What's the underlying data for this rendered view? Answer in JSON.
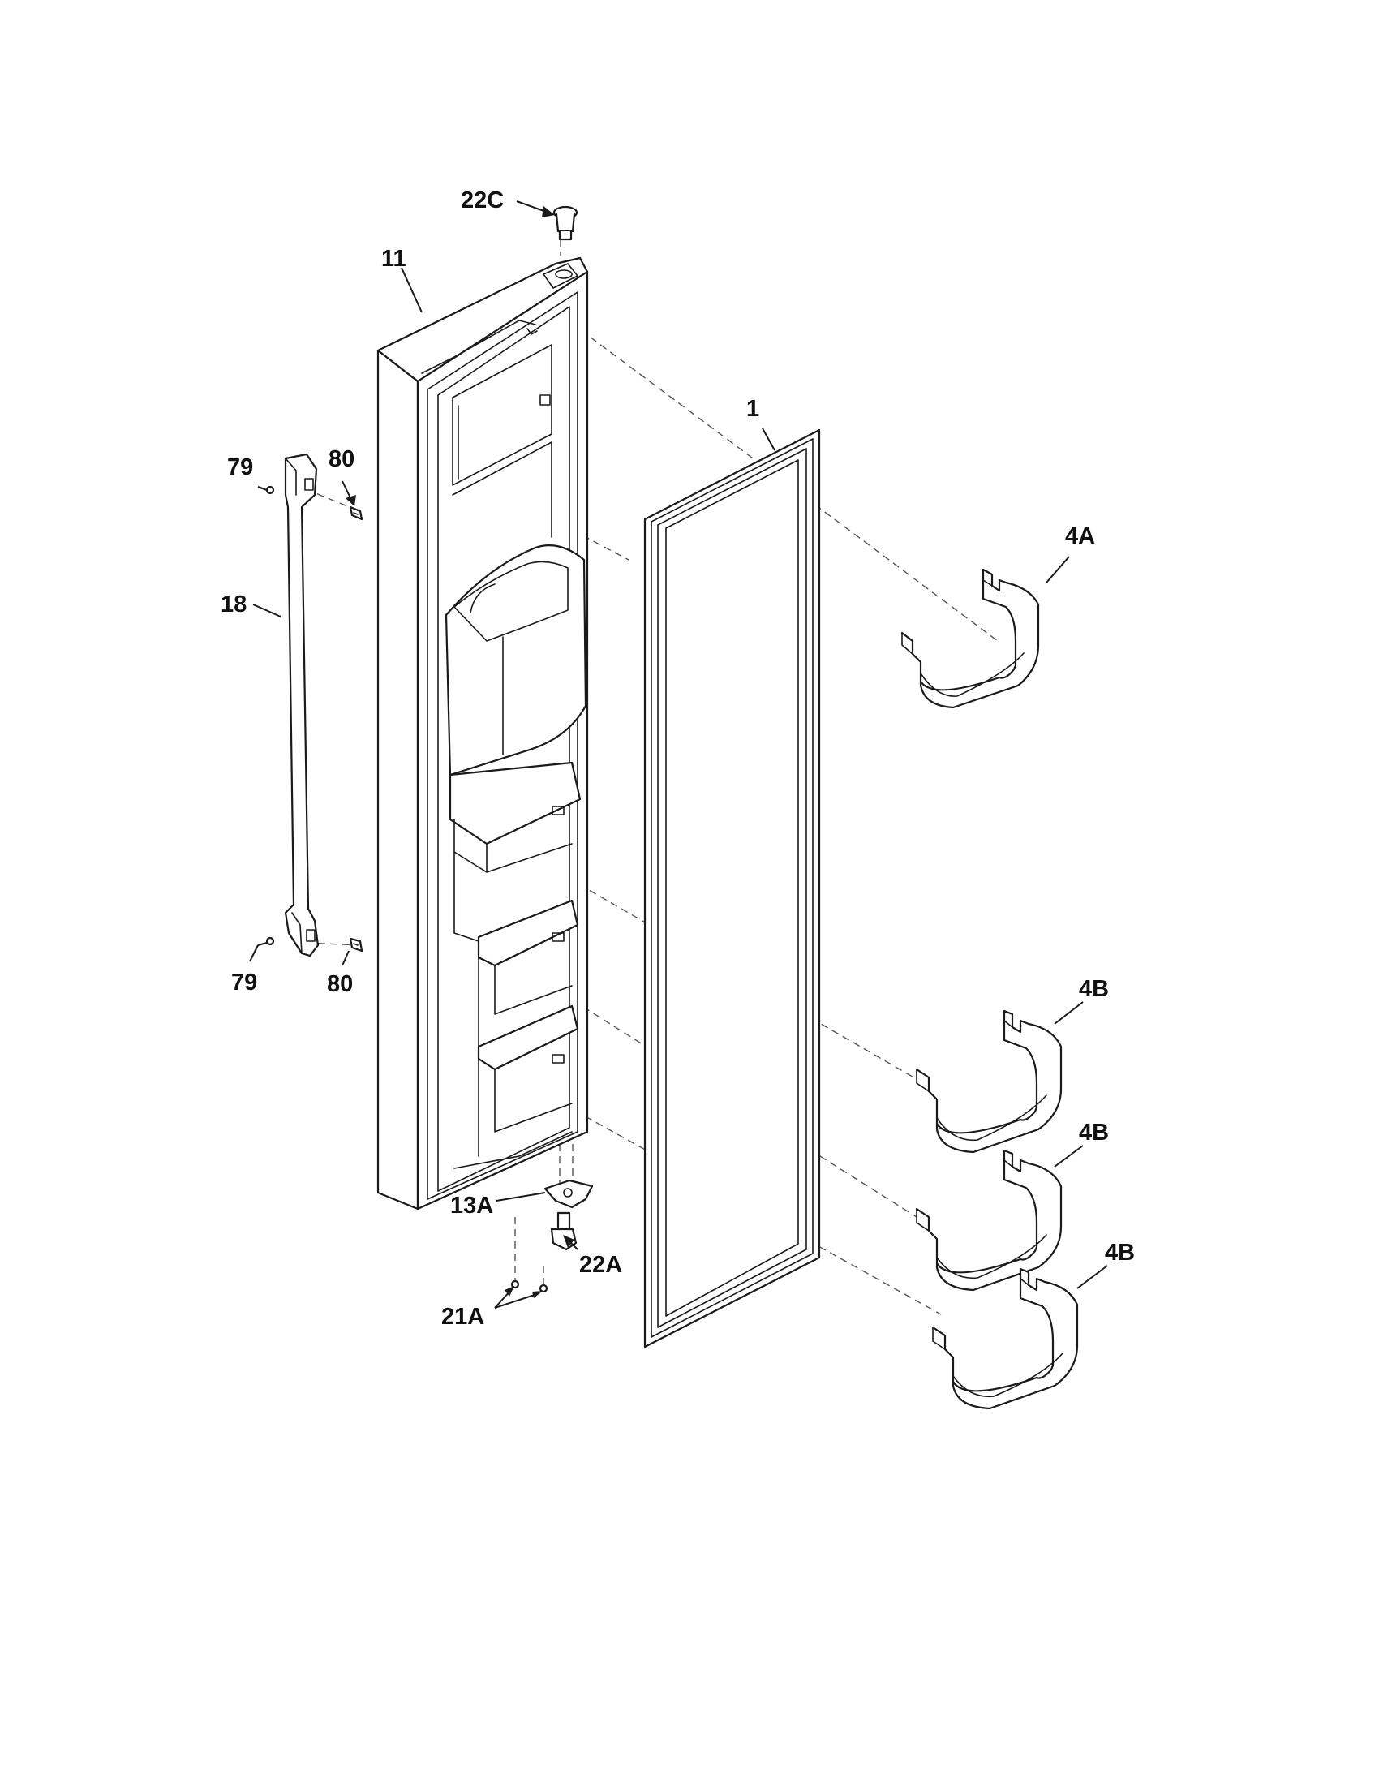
{
  "diagram": {
    "labels": {
      "22C": "22C",
      "11": "11",
      "1": "1",
      "79_top": "79",
      "80_top": "80",
      "18": "18",
      "4A": "4A",
      "79_bottom": "79",
      "80_bottom": "80",
      "4B_1": "4B",
      "4B_2": "4B",
      "4B_3": "4B",
      "13A": "13A",
      "22A": "22A",
      "21A": "21A"
    }
  }
}
